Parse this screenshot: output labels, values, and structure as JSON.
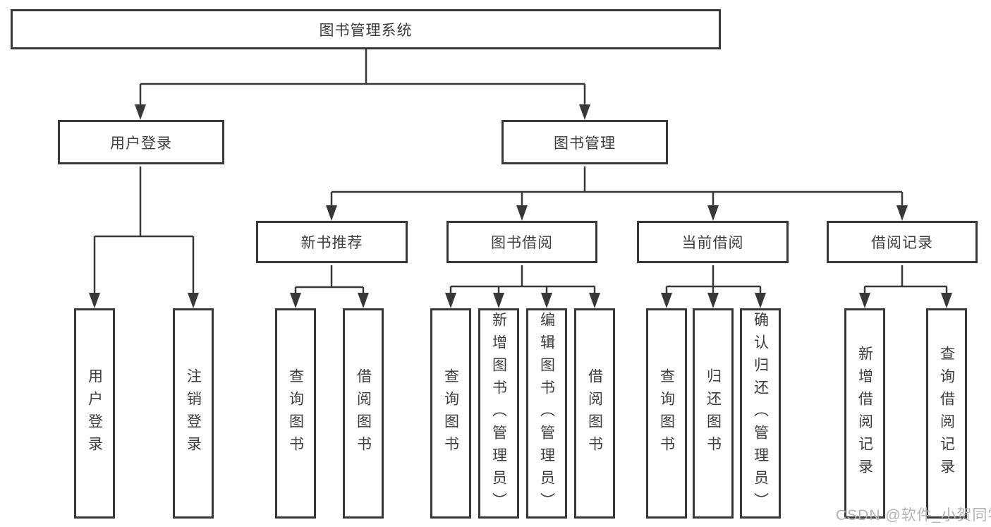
{
  "nodes": {
    "root": "图书管理系统",
    "user_login": "用户登录",
    "book_mgmt": "图书管理",
    "new_book_rec": "新书推荐",
    "book_borrow": "图书借阅",
    "current_borrow": "当前借阅",
    "borrow_record": "借阅记录",
    "leaf_user_login": "用户登录",
    "leaf_logout": "注销登录",
    "leaf_nb_query": "查询图书",
    "leaf_nb_borrow": "借阅图书",
    "leaf_bb_query": "查询图书",
    "leaf_bb_add": "新增图书（管理员）",
    "leaf_bb_edit": "编辑图书（管理员）",
    "leaf_bb_borrow": "借阅图书",
    "leaf_cb_query": "查询图书",
    "leaf_cb_return": "归还图书",
    "leaf_cb_confirm": "确认归还（管理员）",
    "leaf_br_add": "新增借阅记录",
    "leaf_br_query": "查询借阅记录"
  },
  "watermark": "CSDN @软件_小贺同学",
  "colors": {
    "line": "#383838",
    "box_border": "#383838",
    "text": "#3d3d3d",
    "background": "#ffffff",
    "watermark": "#b3b3b3"
  }
}
